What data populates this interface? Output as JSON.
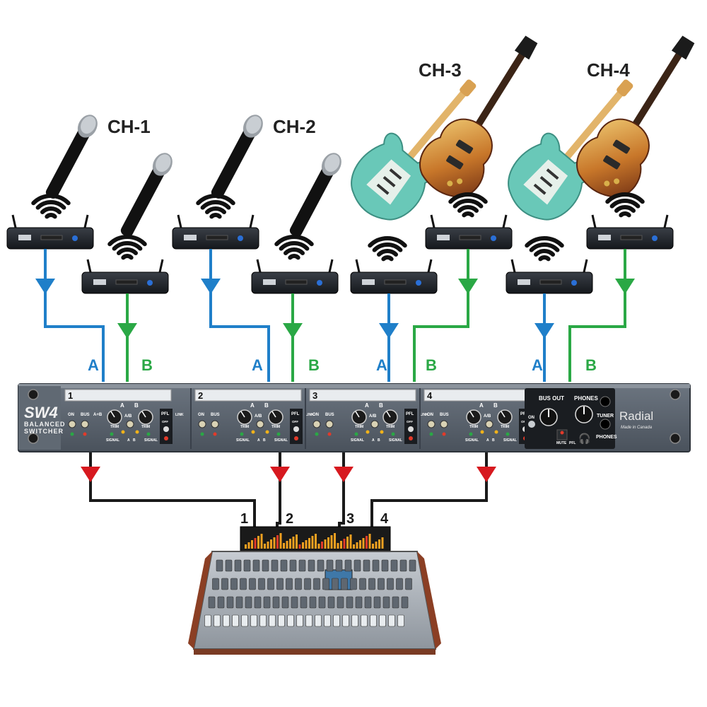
{
  "channels": [
    {
      "label": "CH-1"
    },
    {
      "label": "CH-2"
    },
    {
      "label": "CH-3"
    },
    {
      "label": "CH-4"
    }
  ],
  "input_labels": [
    "A",
    "B",
    "A",
    "B",
    "A",
    "B",
    "A",
    "B"
  ],
  "output_numbers": [
    "1",
    "2",
    "3",
    "4"
  ],
  "device": {
    "model": "SW4",
    "subtitle_line1": "BALANCED",
    "subtitle_line2": "SWITCHER",
    "brand": "Radial",
    "made_in": "Made in Canada",
    "channel_numbers": [
      "1",
      "2",
      "3",
      "4"
    ],
    "ctrl_on": "ON",
    "ctrl_bus": "BUS",
    "ctrl_ab": "A+B",
    "ctrl_ab_sel": "A/B",
    "ctrl_trim": "TRIM",
    "ctrl_pfl": "PFL",
    "ctrl_link": "LINK",
    "ctrl_signal": "SIGNAL",
    "ctrl_a": "A",
    "ctrl_b": "B",
    "ctrl_off": "OFF",
    "master_bus_out": "BUS OUT",
    "master_phones": "PHONES",
    "master_tuner": "TUNER",
    "master_mute": "MUTE",
    "master_pfl": "PFL",
    "master_on": "ON"
  },
  "colors": {
    "line_a": "#1f7fc9",
    "line_b": "#2aa845",
    "line_out": "#d7191f",
    "line_dark": "#1a1a1a",
    "panel": "#5b6470",
    "guitar_teal": "#69c8b8",
    "guitar_sunburst": "#c8772a"
  }
}
